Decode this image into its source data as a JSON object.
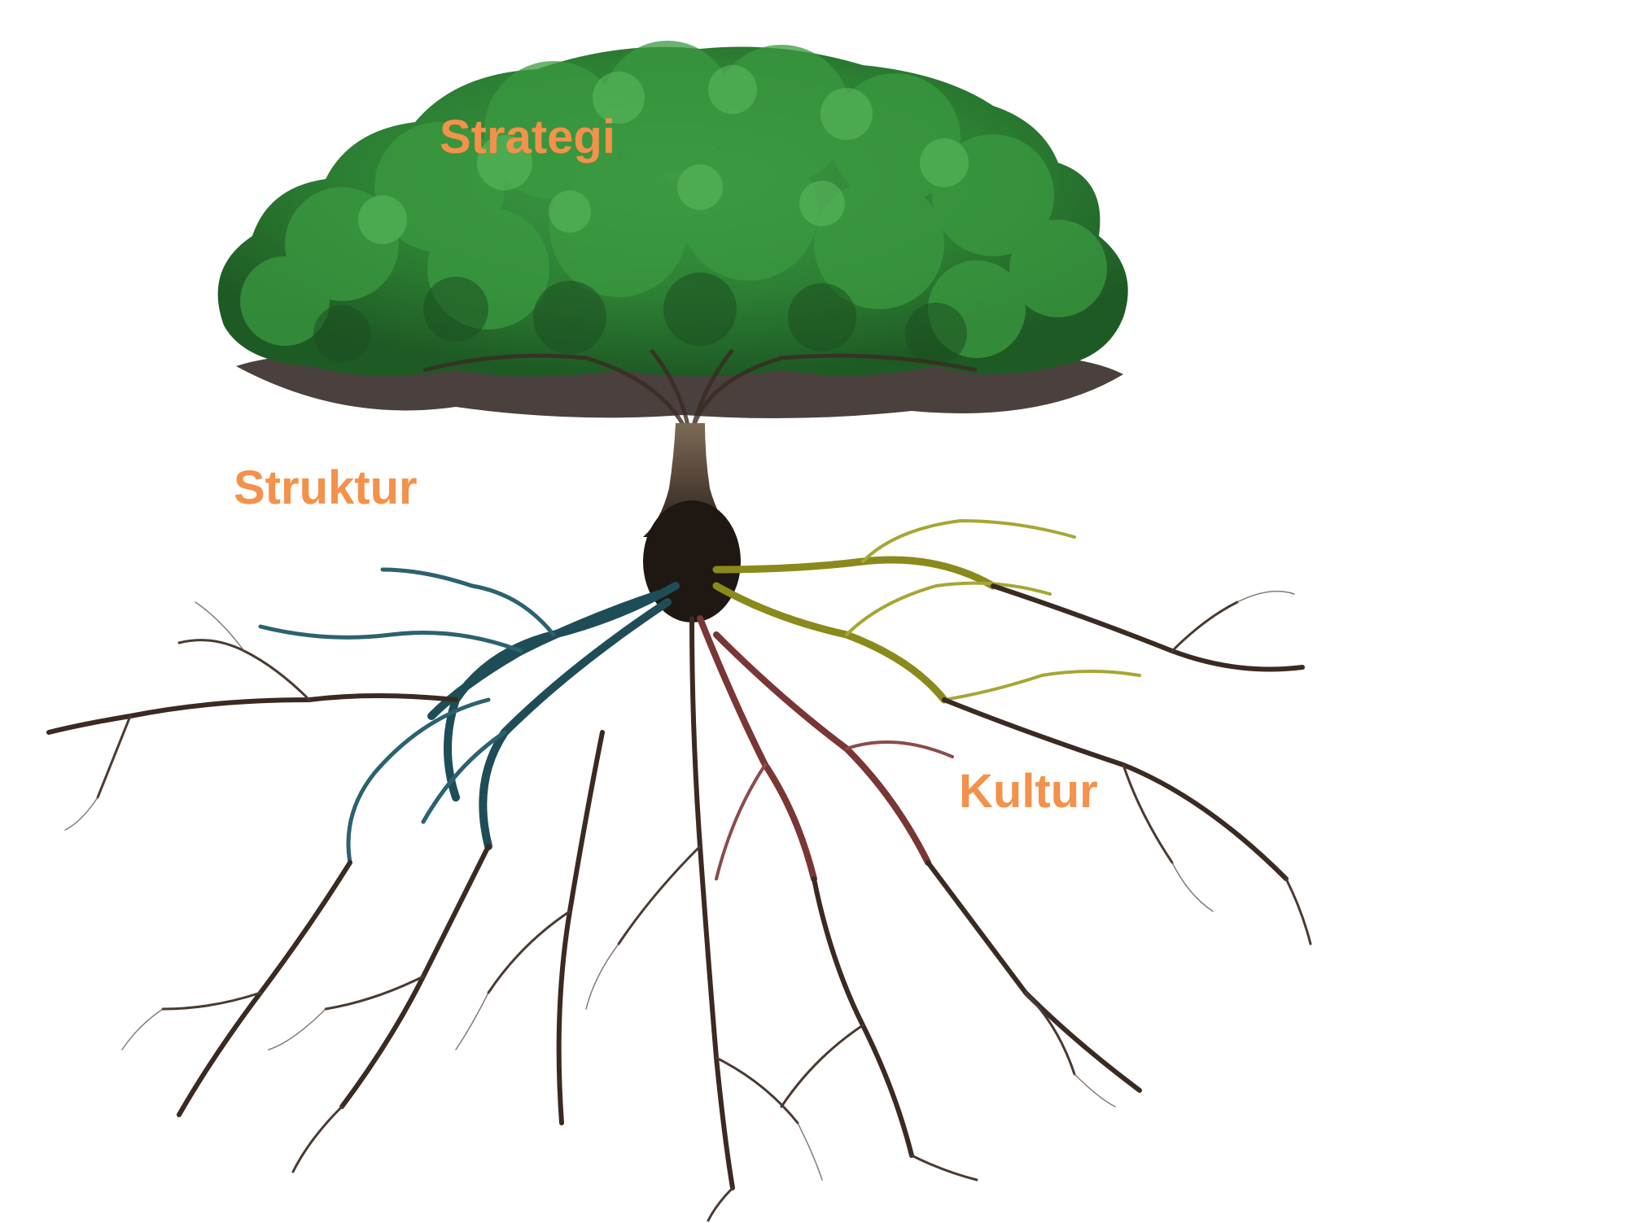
{
  "labels": {
    "strategi": "Strategi",
    "struktur": "Struktur",
    "kultur": "Kultur"
  },
  "colors": {
    "label_text": "#F4914A",
    "foliage_dark": "#1E5A24",
    "foliage_mid": "#2F8A35",
    "foliage_light": "#4CAF50",
    "trunk": "#5A3E2E",
    "root_dark": "#3B2A22",
    "root_teal": "#1F4D57",
    "root_olive": "#9A9A22",
    "root_maroon": "#7A3535"
  },
  "illustration": {
    "icon": "tree-with-roots-icon"
  }
}
